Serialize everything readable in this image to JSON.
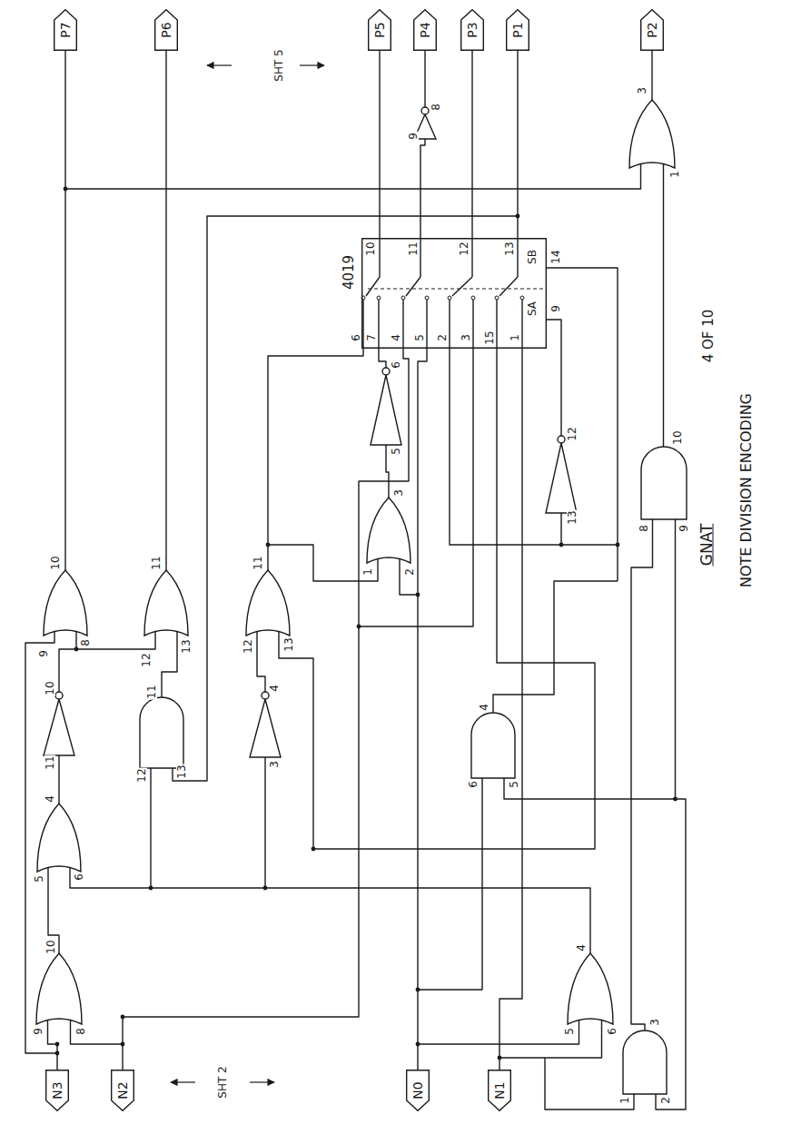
{
  "diagram": {
    "title": "GNAT",
    "caption": "NOTE DIVISION ENCODING",
    "nodes": [
      {
        "text": [
          "P7"
        ]
      },
      {
        "text": [
          "P6"
        ]
      },
      {
        "text": [
          "P5"
        ]
      },
      {
        "text": [
          "P4"
        ]
      },
      {
        "text": [
          "P3"
        ]
      },
      {
        "text": [
          "P1"
        ]
      },
      {
        "text": [
          "P2"
        ]
      },
      {
        "text": [
          "4019"
        ]
      },
      {
        "text": [
          "N3"
        ]
      },
      {
        "text": [
          "N2"
        ]
      },
      {
        "text": [
          "N0"
        ]
      },
      {
        "text": [
          "N1"
        ]
      }
    ],
    "edges": [
      {
        "from": 7,
        "to": 2,
        "arrow": "none"
      },
      {
        "from": 7,
        "to": 4,
        "arrow": "none"
      },
      {
        "from": 7,
        "to": 5,
        "arrow": "none"
      }
    ],
    "labels": [
      "8",
      "9",
      "3",
      "1",
      "SHT 5",
      "10",
      "11",
      "12",
      "13",
      "SB",
      "14",
      "SA",
      "9",
      "6",
      "7",
      "4",
      "5",
      "2",
      "3",
      "15",
      "1",
      "6",
      "5",
      "3",
      "1",
      "2",
      "12",
      "13",
      "10",
      "8",
      "9",
      "10",
      "9",
      "8",
      "11",
      "12",
      "13",
      "11",
      "12",
      "13",
      "10",
      "11",
      "11",
      "12",
      "13",
      "4",
      "3",
      "4",
      "6",
      "5",
      "4",
      "5",
      "6",
      "10",
      "9",
      "8",
      "4",
      "5",
      "6",
      "3",
      "1",
      "2",
      "SHT 2",
      "4 OF 10"
    ]
  }
}
